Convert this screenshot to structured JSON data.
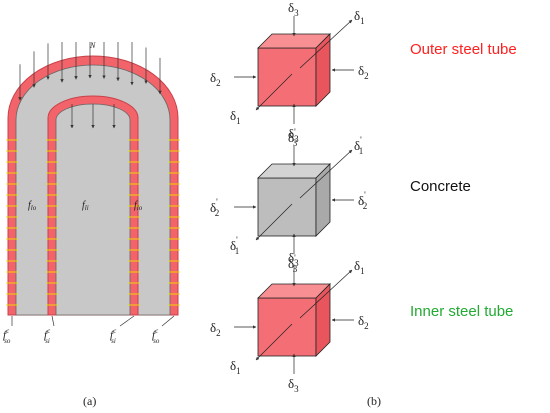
{
  "panel_a": {
    "caption": "(a)",
    "load_label": "N",
    "region_labels": {
      "outer_left": "f",
      "outer_left_sub": "lo",
      "inner": "f",
      "inner_sub": "li",
      "outer_right": "f",
      "outer_right_sub": "lo"
    },
    "bottom_labels": [
      {
        "base": "f",
        "sup": "c",
        "sub": "so"
      },
      {
        "base": "f",
        "sup": "c",
        "sub": "si"
      },
      {
        "base": "f",
        "sup": "c",
        "sub": "si"
      },
      {
        "base": "f",
        "sup": "c",
        "sub": "so"
      }
    ],
    "colors": {
      "steel": "#f2636a",
      "steel_edge": "#c8424a",
      "concrete": "#c8c8c8",
      "concrete_edge": "#666666",
      "arrow": "#333333",
      "tick": "#f0e000"
    }
  },
  "panel_b": {
    "caption": "(b)",
    "materials": [
      {
        "name": "Outer steel tube",
        "color": "#ff2020",
        "face_front": "#f36f75",
        "face_top": "#f88f93",
        "face_side": "#e8555c",
        "primed": false
      },
      {
        "name": "Concrete",
        "color": "#111111",
        "face_front": "#bdbdbd",
        "face_top": "#d3d3d3",
        "face_side": "#a9a9a9",
        "primed": true
      },
      {
        "name": "Inner steel tube",
        "color": "#22aa33",
        "face_front": "#f36f75",
        "face_top": "#f88f93",
        "face_side": "#e8555c",
        "primed": false
      }
    ],
    "stress_symbol": "δ",
    "prime_mark": "'",
    "subscripts": {
      "top": "3",
      "bottom": "3",
      "left": "2",
      "right": "2",
      "diag_up": "1",
      "diag_down": "1"
    }
  }
}
